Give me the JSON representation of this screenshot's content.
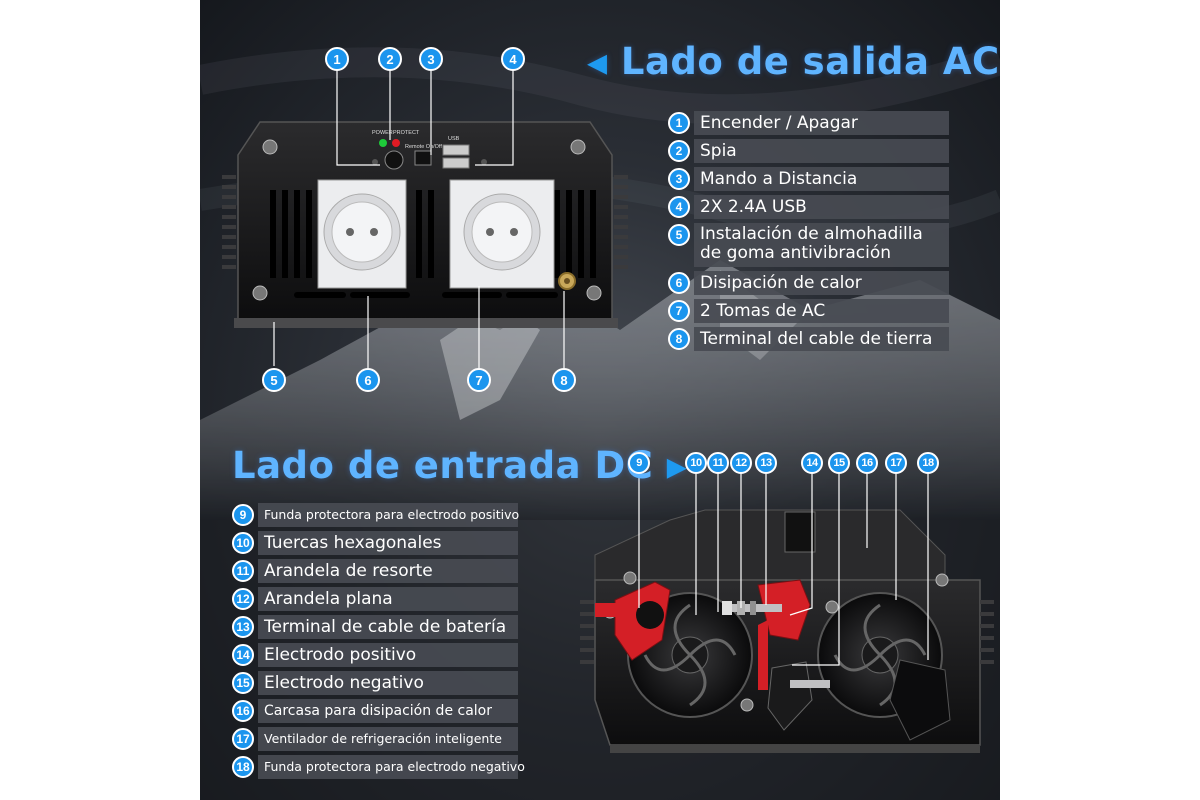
{
  "ac_side": {
    "title": "Lado de salida AC",
    "arrow": "◀",
    "panel_labels": {
      "power": "POWER",
      "protect": "PROTECT",
      "remote": "Remote On/Off",
      "usb": "USB"
    },
    "legend": [
      {
        "num": "1",
        "label": "Encender / Apagar"
      },
      {
        "num": "2",
        "label": "Spia"
      },
      {
        "num": "3",
        "label": "Mando a Distancia"
      },
      {
        "num": "4",
        "label": "2X 2.4A USB"
      },
      {
        "num": "5",
        "label": "Instalación de almohadilla de goma antivibración"
      },
      {
        "num": "6",
        "label": "Disipación de calor"
      },
      {
        "num": "7",
        "label": "2 Tomas de AC"
      },
      {
        "num": "8",
        "label": "Terminal del cable de tierra"
      }
    ]
  },
  "dc_side": {
    "title": "Lado de entrada DC",
    "arrow": "▶",
    "legend": [
      {
        "num": "9",
        "label": "Funda protectora para electrodo positivo"
      },
      {
        "num": "10",
        "label": "Tuercas hexagonales"
      },
      {
        "num": "11",
        "label": "Arandela de resorte"
      },
      {
        "num": "12",
        "label": "Arandela plana"
      },
      {
        "num": "13",
        "label": "Terminal de cable de batería"
      },
      {
        "num": "14",
        "label": "Electrodo positivo"
      },
      {
        "num": "15",
        "label": "Electrodo negativo"
      },
      {
        "num": "16",
        "label": "Carcasa para disipación de calor"
      },
      {
        "num": "17",
        "label": "Ventilador de refrigeración inteligente"
      },
      {
        "num": "18",
        "label": "Funda protectora para electrodo negativo"
      }
    ]
  },
  "callouts": {
    "top": [
      "1",
      "2",
      "3",
      "4"
    ],
    "bottom": [
      "5",
      "6",
      "7",
      "8"
    ],
    "dc": [
      "9",
      "10",
      "11",
      "12",
      "13",
      "14",
      "15",
      "16",
      "17",
      "18"
    ]
  },
  "colors": {
    "accent": "#1b95ee",
    "title": "#5fb4ff",
    "legend_bg": "#484b52",
    "positive": "#d41f26"
  }
}
